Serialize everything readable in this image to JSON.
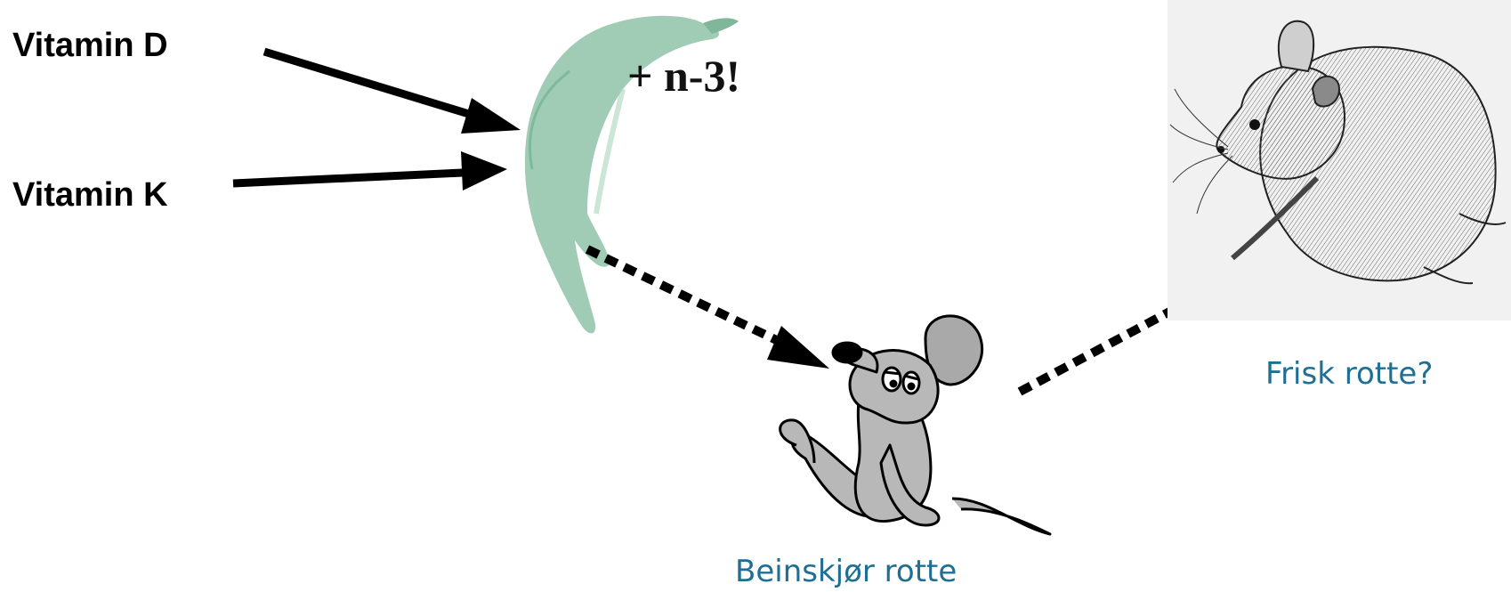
{
  "labels": {
    "vitamin_d": "Vitamin D",
    "vitamin_k": "Vitamin K",
    "omega3": "+ n-3!",
    "sick_rat": "Beinskjør rotte",
    "healthy_rat": "Frisk rotte?"
  },
  "colors": {
    "caption": "#1f6f95",
    "fish": "#8fc2a8",
    "mouse_fill": "#b8b8b8",
    "rat_bg": "#f1f1f1",
    "arrow": "#000000"
  },
  "icons": {
    "fish": "salmon-illustration",
    "sick_rat": "cartoon-mouse",
    "healthy_rat": "sketched-rat"
  }
}
